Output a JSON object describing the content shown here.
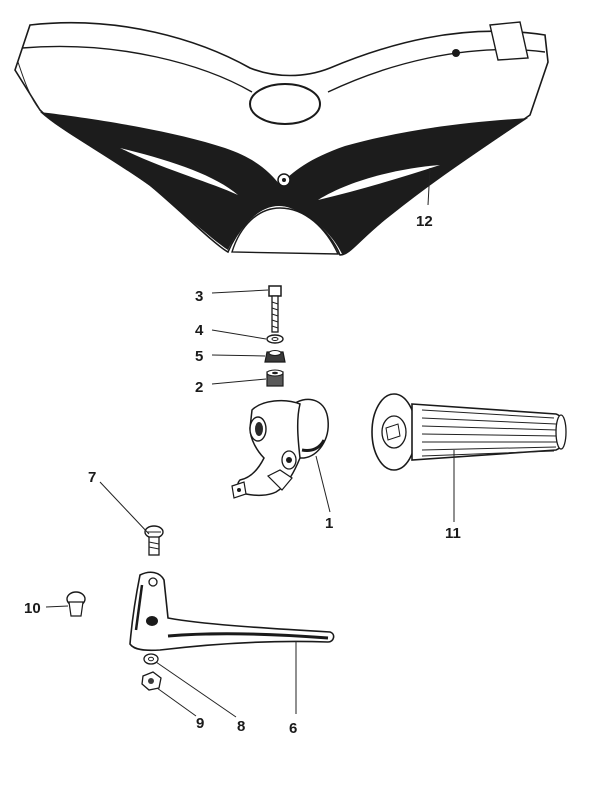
{
  "callouts": {
    "c1": "1",
    "c2": "2",
    "c3": "3",
    "c4": "4",
    "c5": "5",
    "c6": "6",
    "c7": "7",
    "c8": "8",
    "c9": "9",
    "c10": "10",
    "c11": "11",
    "c12": "12"
  },
  "colors": {
    "ink": "#1a1a1a",
    "paper": "#ffffff"
  }
}
